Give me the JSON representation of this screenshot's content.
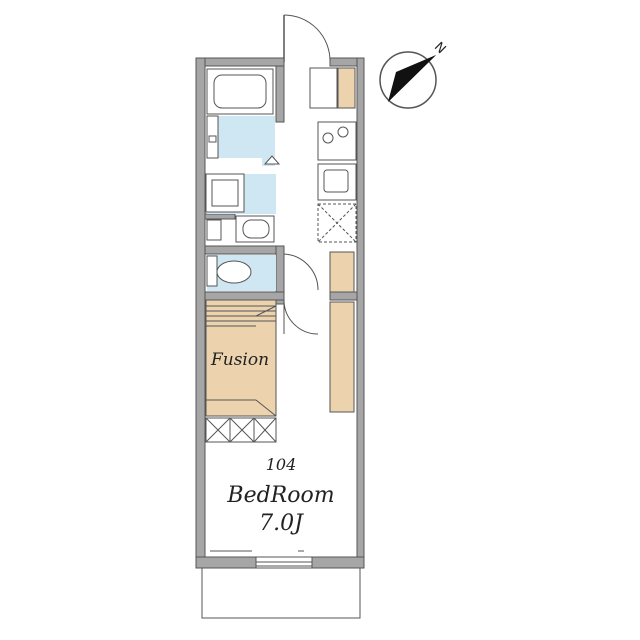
{
  "plan": {
    "unit_number": "104",
    "room_name": "BedRoom",
    "room_size": "7.0J",
    "fixture_label": "Fusion",
    "north_label": "N"
  },
  "colors": {
    "wall": "#a6a6a6",
    "wet_area": "#cfe6f3",
    "furniture": "#ecd3ae"
  }
}
